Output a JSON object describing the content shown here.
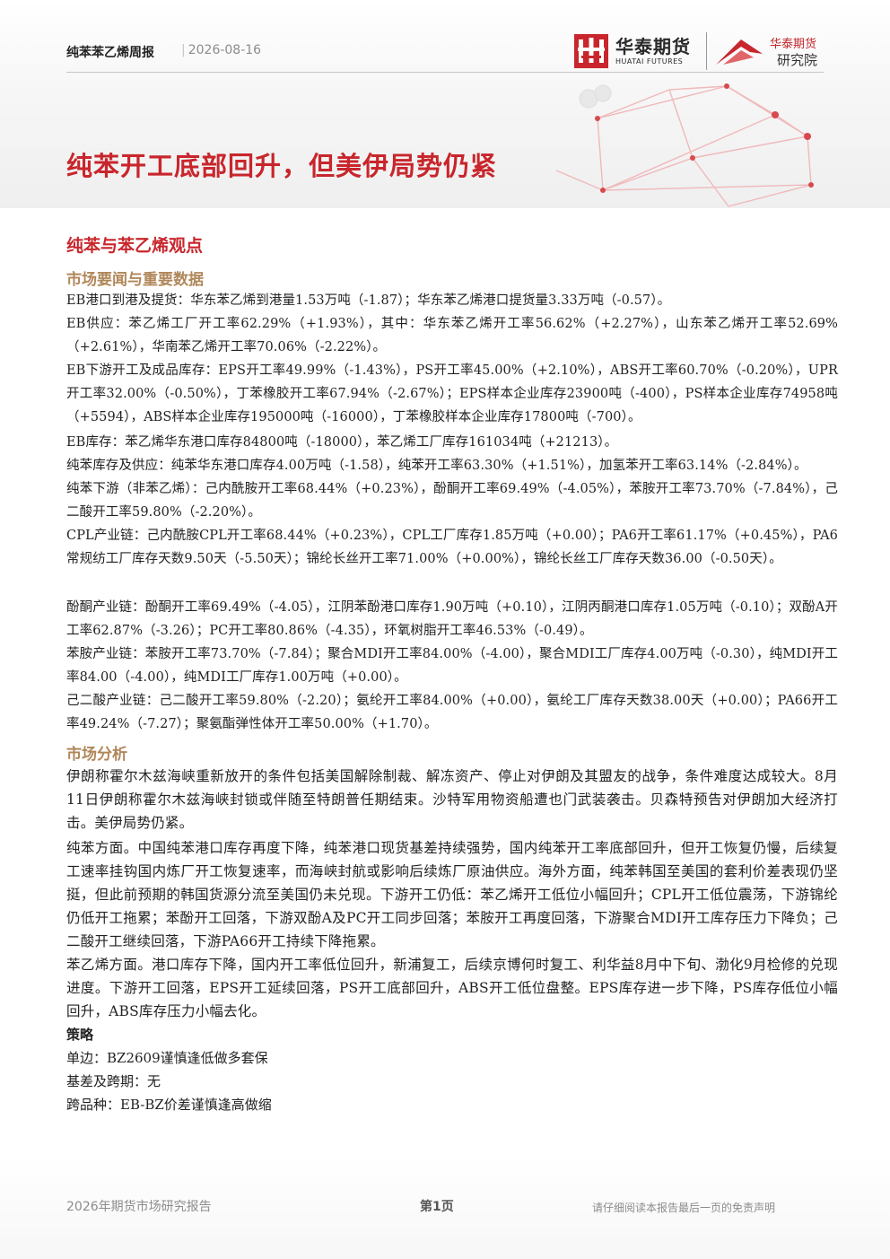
{
  "header": {
    "report_name": "纯苯苯乙烯周报",
    "separator": "|",
    "date": "2026-08-16",
    "logo_cn": "华泰期货",
    "logo_en": "HUATAI FUTURES",
    "institute_top": "华泰期货",
    "institute_bottom": "研究院",
    "brand_color": "#c8262c",
    "icons": [
      "huatai-logo-icon",
      "research-institute-logo-icon"
    ]
  },
  "title": "纯苯开工底部回升，但美伊局势仍紧",
  "section_main": "纯苯与苯乙烯观点",
  "market_news": {
    "heading": "市场要闻与重要数据",
    "paragraphs": [
      "EB港口到港及提货：华东苯乙烯到港量1.53万吨（-1.87）；华东苯乙烯港口提货量3.33万吨（-0.57）。",
      "EB供应：苯乙烯工厂开工率62.29%（+1.93%），其中：华东苯乙烯开工率56.62%（+2.27%），山东苯乙烯开工率52.69%（+2.61%），华南苯乙烯开工率70.06%（-2.22%）。",
      "EB下游开工及成品库存：EPS开工率49.99%（-1.43%），PS开工率45.00%（+2.10%），ABS开工率60.70%（-0.20%），UPR开工率32.00%（-0.50%），丁苯橡胶开工率67.94%（-2.67%）；EPS样本企业库存23900吨（-400），PS样本企业库存74958吨（+5594），ABS样本企业库存195000吨（-16000），丁苯橡胶样本企业库存17800吨（-700）。",
      "EB库存：苯乙烯华东港口库存84800吨（-18000），苯乙烯工厂库存161034吨（+21213）。",
      "纯苯库存及供应：纯苯华东港口库存4.00万吨（-1.58），纯苯开工率63.30%（+1.51%），加氢苯开工率63.14%（-2.84%）。",
      "纯苯下游（非苯乙烯）：己内酰胺开工率68.44%（+0.23%），酚酮开工率69.49%（-4.05%），苯胺开工率73.70%（-7.84%），己二酸开工率59.80%（-2.20%）。",
      "CPL产业链：己内酰胺CPL开工率68.44%（+0.23%），CPL工厂库存1.85万吨（+0.00）；PA6开工率61.17%（+0.45%），PA6常规纺工厂库存天数9.50天（-5.50天）；锦纶长丝开工率71.00%（+0.00%），锦纶长丝工厂库存天数36.00（-0.50天）。",
      "酚酮产业链：酚酮开工率69.49%（-4.05），江阴苯酚港口库存1.90万吨（+0.10），江阴丙酮港口库存1.05万吨（-0.10）；双酚A开工率62.87%（-3.26）；PC开工率80.86%（-4.35），环氧树脂开工率46.53%（-0.49）。",
      "苯胺产业链：苯胺开工率73.70%（-7.84）；聚合MDI开工率84.00%（-4.00），聚合MDI工厂库存4.00万吨（-0.30），纯MDI开工率84.00（-4.00），纯MDI工厂库存1.00万吨（+0.00）。",
      "己二酸产业链：己二酸开工率59.80%（-2.20）；氨纶开工率84.00%（+0.00），氨纶工厂库存天数38.00天（+0.00）；PA66开工率49.24%（-7.27）；聚氨酯弹性体开工率50.00%（+1.70）。"
    ]
  },
  "market_analysis": {
    "heading": "市场分析",
    "paragraphs": [
      "伊朗称霍尔木兹海峡重新放开的条件包括美国解除制裁、解冻资产、停止对伊朗及其盟友的战争，条件难度达成较大。8月11日伊朗称霍尔木兹海峡封锁或伴随至特朗普任期结束。沙特军用物资船遭也门武装袭击。贝森特预告对伊朗加大经济打击。美伊局势仍紧。",
      "纯苯方面。中国纯苯港口库存再度下降，纯苯港口现货基差持续强势，国内纯苯开工率底部回升，但开工恢复仍慢，后续复工速率挂钩国内炼厂开工恢复速率，而海峡封航或影响后续炼厂原油供应。海外方面，纯苯韩国至美国的套利价差表现仍坚挺，但此前预期的韩国货源分流至美国仍未兑现。下游开工仍低：苯乙烯开工低位小幅回升；CPL开工低位震荡，下游锦纶仍低开工拖累；苯酚开工回落，下游双酚A及PC开工同步回落；苯胺开工再度回落，下游聚合MDI开工库存压力下降负；己二酸开工继续回落，下游PA66开工持续下降拖累。",
      "苯乙烯方面。港口库存下降，国内开工率低位回升，新浦复工，后续京博何时复工、利华益8月中下旬、渤化9月检修的兑现进度。下游开工回落，EPS开工延续回落，PS开工底部回升，ABS开工低位盘整。EPS库存进一步下降，PS库存低位小幅回升，ABS库存压力小幅去化。"
    ]
  },
  "strategy": {
    "heading": "策略",
    "items": [
      "单边：BZ2609谨慎逢低做多套保",
      "基差及跨期：无",
      "跨品种：EB-BZ价差谨慎逢高做缩"
    ]
  },
  "footer": {
    "left": "2026年期货市场研究报告",
    "center": "第1页",
    "right": "请仔细阅读本报告最后一页的免责声明"
  }
}
